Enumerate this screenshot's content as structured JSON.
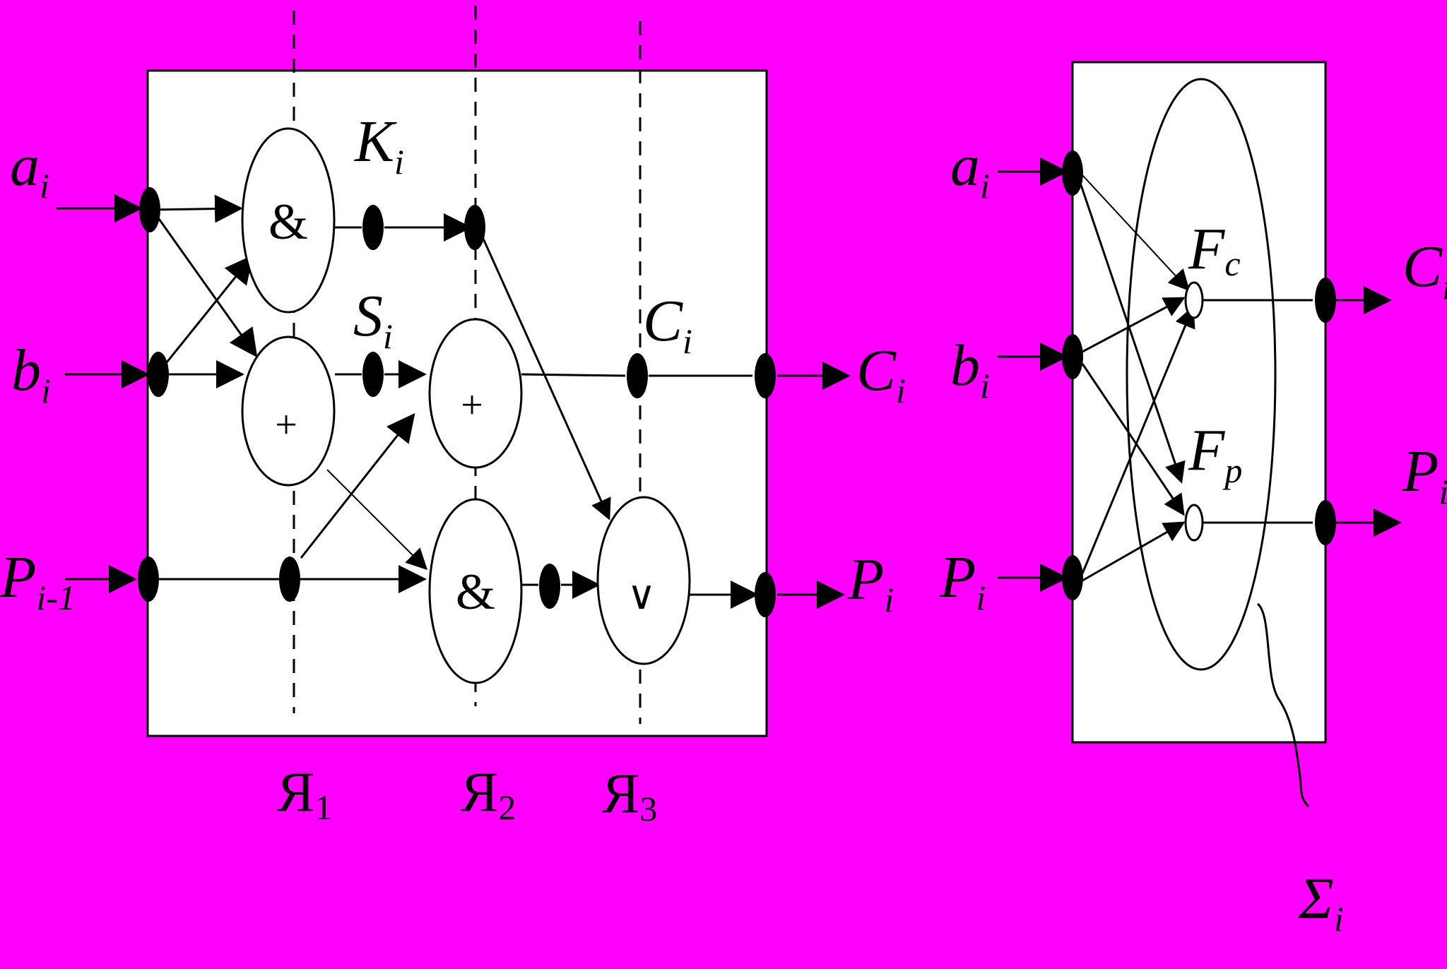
{
  "left_diagram": {
    "inputs": {
      "a": {
        "main": "a",
        "sub": "i"
      },
      "b": {
        "main": "b",
        "sub": "i"
      },
      "p": {
        "main": "P",
        "sub": "i-1"
      }
    },
    "outputs": {
      "c": {
        "main": "C",
        "sub": "i"
      },
      "p": {
        "main": "P",
        "sub": "i"
      }
    },
    "internal_labels": {
      "k": {
        "main": "K",
        "sub": "i"
      },
      "s": {
        "main": "S",
        "sub": "i"
      },
      "c": {
        "main": "C",
        "sub": "i"
      }
    },
    "gate_symbols": {
      "and": "&",
      "xor": "+",
      "or": "∨"
    },
    "layers": [
      {
        "main": "Я",
        "sub": "1"
      },
      {
        "main": "Я",
        "sub": "2"
      },
      {
        "main": "Я",
        "sub": "3"
      }
    ]
  },
  "right_diagram": {
    "inputs": {
      "a": {
        "main": "a",
        "sub": "i"
      },
      "b": {
        "main": "b",
        "sub": "i"
      },
      "p": {
        "main": "P",
        "sub": "i"
      }
    },
    "outputs": {
      "c": {
        "main": "C",
        "sub": "i"
      },
      "p": {
        "main": "P",
        "sub": "i"
      }
    },
    "functions": {
      "fc": {
        "main": "F",
        "sub": "c"
      },
      "fp": {
        "main": "F",
        "sub": "p"
      }
    },
    "sigma": {
      "main": "Σ",
      "sub": "i"
    }
  }
}
